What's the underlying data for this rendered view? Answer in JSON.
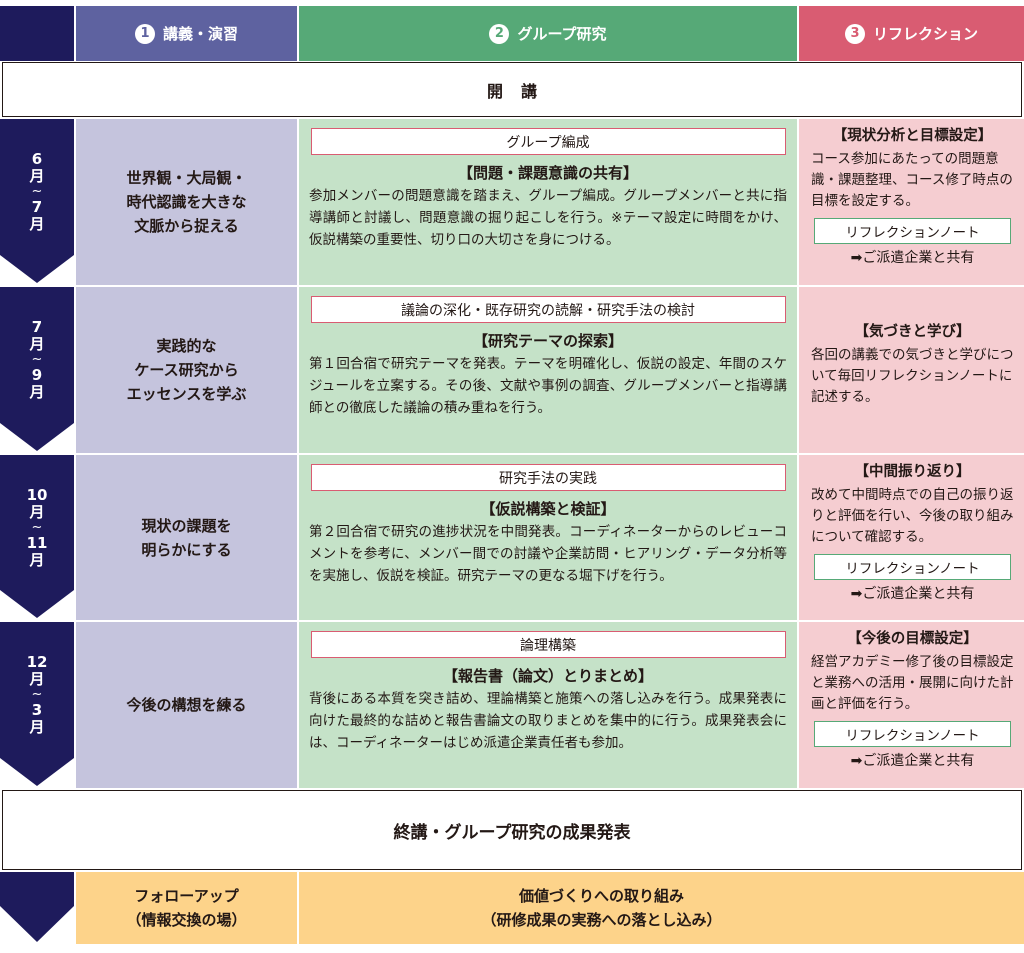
{
  "header": {
    "col1": {
      "num": "1",
      "label": "講義・演習"
    },
    "col2": {
      "num": "2",
      "label": "グループ研究"
    },
    "col3": {
      "num": "3",
      "label": "リフレクション"
    }
  },
  "opening": "開講",
  "phases": [
    {
      "months": [
        "6",
        "月",
        "~",
        "7",
        "月"
      ],
      "lecture": [
        "世界観・大局観・",
        "時代認識を大きな",
        "文脈から捉える"
      ],
      "group_box": "グループ編成",
      "group_subtitle": "【問題・課題意識の共有】",
      "group_text": "参加メンバーの問題意識を踏まえ、グループ編成。グループメンバーと共に指導講師と討議し、問題意識の掘り起こしを行う。※テーマ設定に時間をかけ、仮説構築の重要性、切り口の大切さを身につける。",
      "reflection_title": "【現状分析と目標設定】",
      "reflection_text": "コース参加にあたっての問題意識・課題整理、コース修了時点の目標を設定する。",
      "reflection_note": "リフレクションノート",
      "reflection_share": "➡ご派遣企業と共有"
    },
    {
      "months": [
        "7",
        "月",
        "~",
        "9",
        "月"
      ],
      "lecture": [
        "実践的な",
        "ケース研究から",
        "エッセンスを学ぶ"
      ],
      "group_box": "議論の深化・既存研究の読解・研究手法の検討",
      "group_subtitle": "【研究テーマの探索】",
      "group_text": "第１回合宿で研究テーマを発表。テーマを明確化し、仮説の設定、年間のスケジュールを立案する。その後、文献や事例の調査、グループメンバーと指導講師との徹底した議論の積み重ねを行う。",
      "reflection_title": "【気づきと学び】",
      "reflection_text": "各回の講義での気づきと学びについて毎回リフレクションノートに記述する。",
      "reflection_note": "",
      "reflection_share": ""
    },
    {
      "months": [
        "10",
        "月",
        "~",
        "11",
        "月"
      ],
      "lecture": [
        "現状の課題を",
        "明らかにする"
      ],
      "group_box": "研究手法の実践",
      "group_subtitle": "【仮説構築と検証】",
      "group_text": "第２回合宿で研究の進捗状況を中間発表。コーディネーターからのレビューコメントを参考に、メンバー間での討議や企業訪問・ヒアリング・データ分析等を実施し、仮説を検証。研究テーマの更なる堀下げを行う。",
      "reflection_title": "【中間振り返り】",
      "reflection_text": "改めて中間時点での自己の振り返りと評価を行い、今後の取り組みについて確認する。",
      "reflection_note": "リフレクションノート",
      "reflection_share": "➡ご派遣企業と共有"
    },
    {
      "months": [
        "12",
        "月",
        "~",
        "3",
        "月"
      ],
      "lecture": [
        "今後の構想を練る"
      ],
      "group_box": "論理構築",
      "group_subtitle": "【報告書（論文）とりまとめ】",
      "group_text": "背後にある本質を突き詰め、理論構築と施策への落し込みを行う。成果発表に向けた最終的な詰めと報告書論文の取りまとめを集中的に行う。成果発表会には、コーディネーターはじめ派遣企業責任者も参加。",
      "reflection_title": "【今後の目標設定】",
      "reflection_text": "経営アカデミー修了後の目標設定と業務への活用・展開に向けた計画と評価を行う。",
      "reflection_note": "リフレクションノート",
      "reflection_share": "➡ご派遣企業と共有"
    }
  ],
  "closing": "終講・グループ研究の成果発表",
  "followup": {
    "line1": "フォローアップ",
    "line2": "（情報交換の場）"
  },
  "value": {
    "line1": "価値づくりへの取り組み",
    "line2": "（研修成果の実務への落とし込み）"
  },
  "colors": {
    "navy": "#1e1b5c",
    "lecture_header": "#5e62a0",
    "group_header": "#56a977",
    "reflection_header": "#d95c72",
    "lecture_bg": "#c5c4dd",
    "group_bg": "#c5e2c8",
    "reflection_bg": "#f5cdd1",
    "followup_bg": "#fdd38a"
  }
}
